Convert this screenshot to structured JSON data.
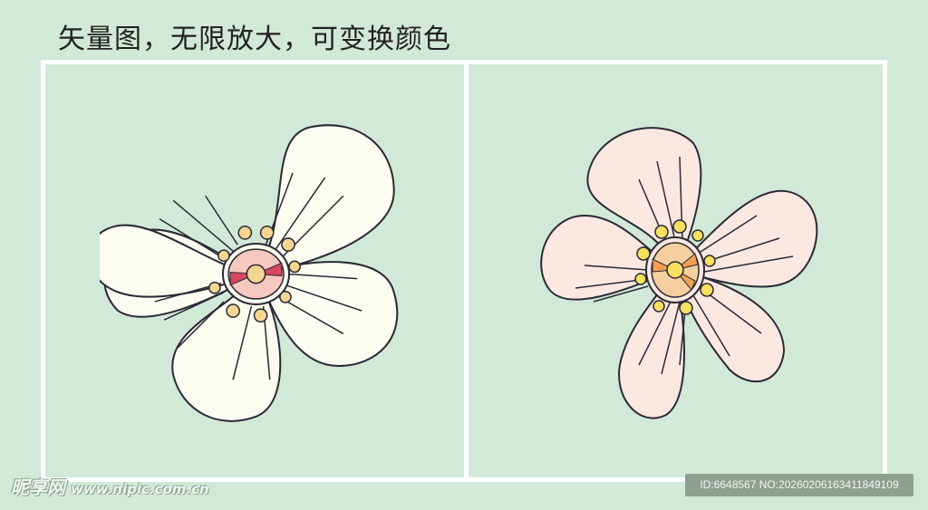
{
  "header": {
    "title": "矢量图，无限放大，可变换颜色"
  },
  "panels": [
    {
      "name": "cream-flower",
      "petal_fill": "#fcfcf0",
      "center_accent": "#d84860",
      "center_light": "#f5c8c0",
      "stamen": "#f5d590"
    },
    {
      "name": "pink-flower",
      "petal_fill": "#fbe8e0",
      "center_accent": "#f0a050",
      "center_light": "#f5cfa0",
      "stamen": "#f7df60"
    }
  ],
  "colors": {
    "background": "#d3e9d7",
    "frame": "#ffffff",
    "outline": "#2a2a35"
  },
  "watermark": {
    "logo": "昵享网",
    "url": "www.nipic.com.cn",
    "id_text": "ID:6648567 NO:20260206163411849109"
  }
}
